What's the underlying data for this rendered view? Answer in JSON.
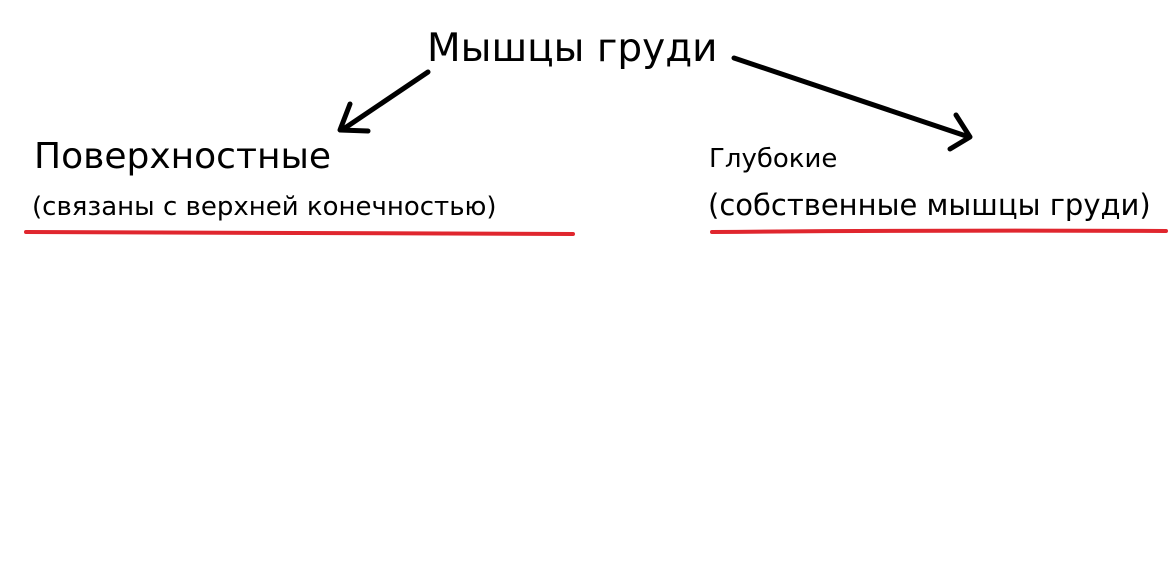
{
  "root": {
    "label": "Мышцы груди"
  },
  "branches": [
    {
      "label": "Поверхностные",
      "note": "(связаны с верхней конечностью)"
    },
    {
      "label": "Глубокие",
      "note": "(собственные мышцы груди)"
    }
  ],
  "colors": {
    "text": "#000000",
    "underline": "#e0262e",
    "background": "#ffffff"
  }
}
